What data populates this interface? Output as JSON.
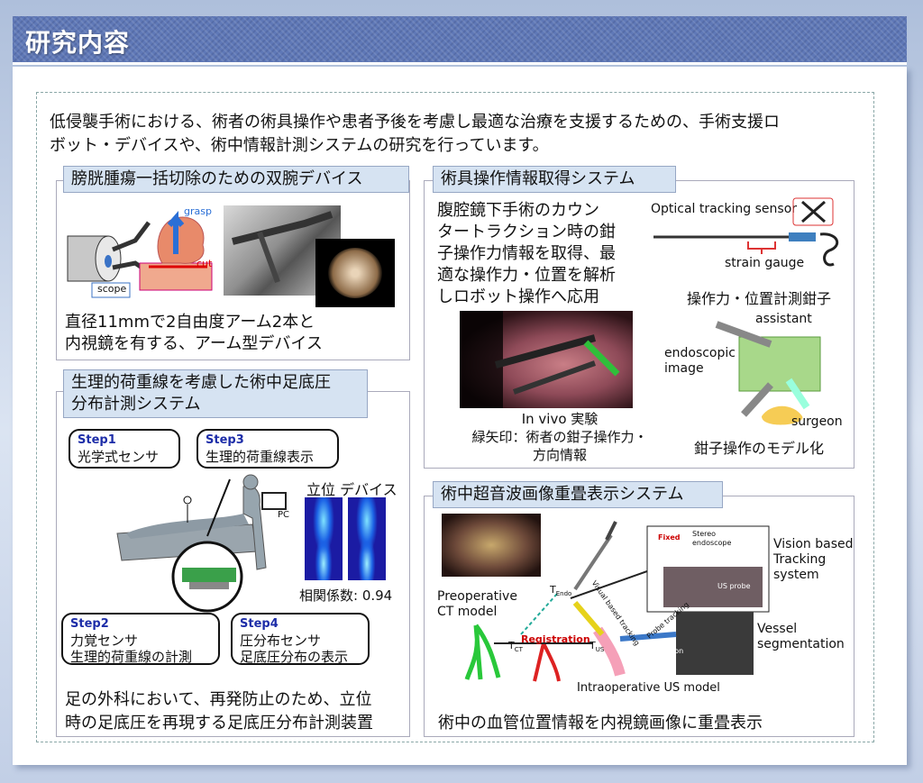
{
  "header": {
    "title": "研究内容"
  },
  "intro": {
    "line1": "低侵襲手術における、術者の術具操作や患者予後を考慮し最適な治療を支援するための、手術支援ロ",
    "line2": "ボット・デバイスや、術中情報計測システムの研究を行っています。"
  },
  "dual_arm": {
    "title": "膀胱腫瘍一括切除のための双腕デバイス",
    "labels": {
      "grasp": "grasp",
      "cut": "cut",
      "scope": "scope"
    },
    "desc_line1": "直径11mmで2自由度アーム2本と",
    "desc_line2": "内視鏡を有する、アーム型デバイス"
  },
  "instrument": {
    "title": "術具操作情報取得システム",
    "desc": [
      "腹腔鏡下手術のカウン",
      "タートラクション時の鉗",
      "子操作力情報を取得、最",
      "適な操作力・位置を解析",
      "しロボット操作へ応用"
    ],
    "optical_label": "Optical tracking sensor",
    "strain_label": "strain gauge",
    "forceps_caption": "操作力・位置計測鉗子",
    "invivo_line1": "In vivo 実験",
    "invivo_line2": "緑矢印：術者の鉗子操作力・",
    "invivo_line3": "方向情報",
    "assistant": "assistant",
    "endoscopic1": "endoscopic",
    "endoscopic2": "image",
    "surgeon": "surgeon",
    "model_caption": "鉗子操作のモデル化"
  },
  "plantar": {
    "title_line1": "生理的荷重線を考慮した術中足底圧",
    "title_line2": "分布計測システム",
    "step1_h": "Step1",
    "step1_t": "光学式センサ",
    "step3_h": "Step3",
    "step3_t": "生理的荷重線表示",
    "step2_h": "Step2",
    "step2_t1": "力覚センサ",
    "step2_t2": "生理的荷重線の計測",
    "step4_h": "Step4",
    "step4_t1": "圧分布センサ",
    "step4_t2": "足底圧分布の表示",
    "standing_label": "立位 デバイス",
    "pc_label": "PC",
    "corr_label": "相関係数: 0.94",
    "desc_line1": "足の外科において、再発防止のため、立位",
    "desc_line2": "時の足底圧を再現する足底圧分布計測装置"
  },
  "ultrasound": {
    "title": "術中超音波画像重畳表示システム",
    "preop1": "Preoperative",
    "preop2": "CT model",
    "vision1": "Vision based",
    "vision2": "Tracking",
    "vision3": "system",
    "vessel1": "Vessel",
    "vessel2": "segmentation",
    "intraop": "Intraoperative US model",
    "registration": "Registration",
    "stereo1": "Stereo",
    "stereo2": "endoscope",
    "fixed": "Fixed",
    "usprobe": "US probe",
    "probe_tracking": "Probe tracking",
    "segmentation": "Segmentation",
    "visual_tracking": "Visual based tracking",
    "t_endo": "T",
    "t_endo_sub": "Endo",
    "t_ct": "T",
    "t_ct_sub": "CT",
    "t_us": "T",
    "t_us_sub": "US",
    "desc": "術中の血管位置情報を内視鏡画像に重畳表示"
  }
}
